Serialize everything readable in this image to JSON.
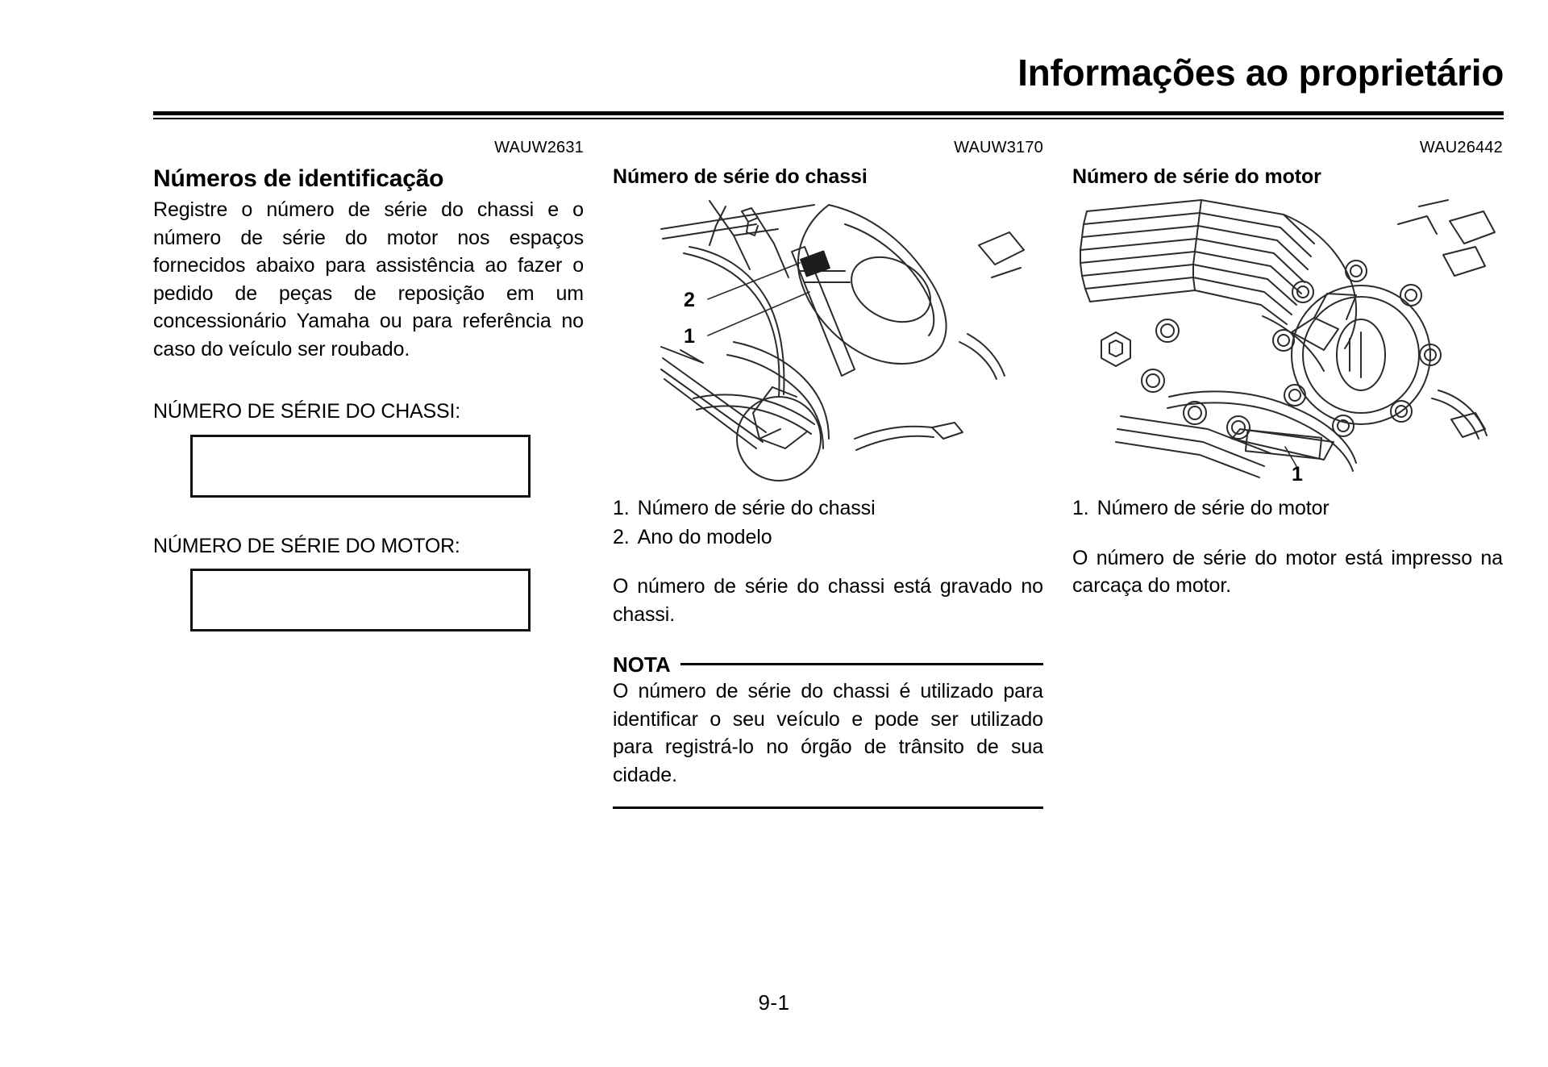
{
  "header": {
    "title": "Informações ao proprietário"
  },
  "footer": {
    "page_number": "9-1"
  },
  "columns": {
    "left": {
      "code": "WAUW2631",
      "title": "Números de identificação",
      "paragraph": "Registre o número de série do chassi e o número de série do motor nos espaços fornecidos abaixo para assistência ao fazer o pedido de peças de reposição em um concessionário Yamaha ou para referência no caso do veículo ser roubado.",
      "field_chassis_label": "NÚMERO DE SÉRIE DO CHASSI:",
      "field_chassis_value": "",
      "field_engine_label": "NÚMERO DE SÉRIE DO MOTOR:",
      "field_engine_value": ""
    },
    "middle": {
      "code": "WAUW3170",
      "title": "Número de série do chassi",
      "figure_callouts": [
        "2",
        "1"
      ],
      "legend": [
        {
          "num": "1.",
          "text": "Número de série do chassi"
        },
        {
          "num": "2.",
          "text": "Ano do modelo"
        }
      ],
      "paragraph": "O número de série do chassi está gravado no chassi.",
      "note": {
        "label": "NOTA",
        "text": "O número de série do chassi é utilizado para identificar o seu veículo e pode ser utilizado para registrá-lo no órgão de trânsito de sua cidade."
      }
    },
    "right": {
      "code": "WAU26442",
      "title": "Número de série do motor",
      "figure_callouts": [
        "1"
      ],
      "legend": [
        {
          "num": "1.",
          "text": "Número de série do motor"
        }
      ],
      "paragraph": "O número de série do motor está impresso na carcaça do motor."
    }
  },
  "colors": {
    "ink": "#000000",
    "paper": "#ffffff",
    "line_art": "#2b2b2b"
  }
}
